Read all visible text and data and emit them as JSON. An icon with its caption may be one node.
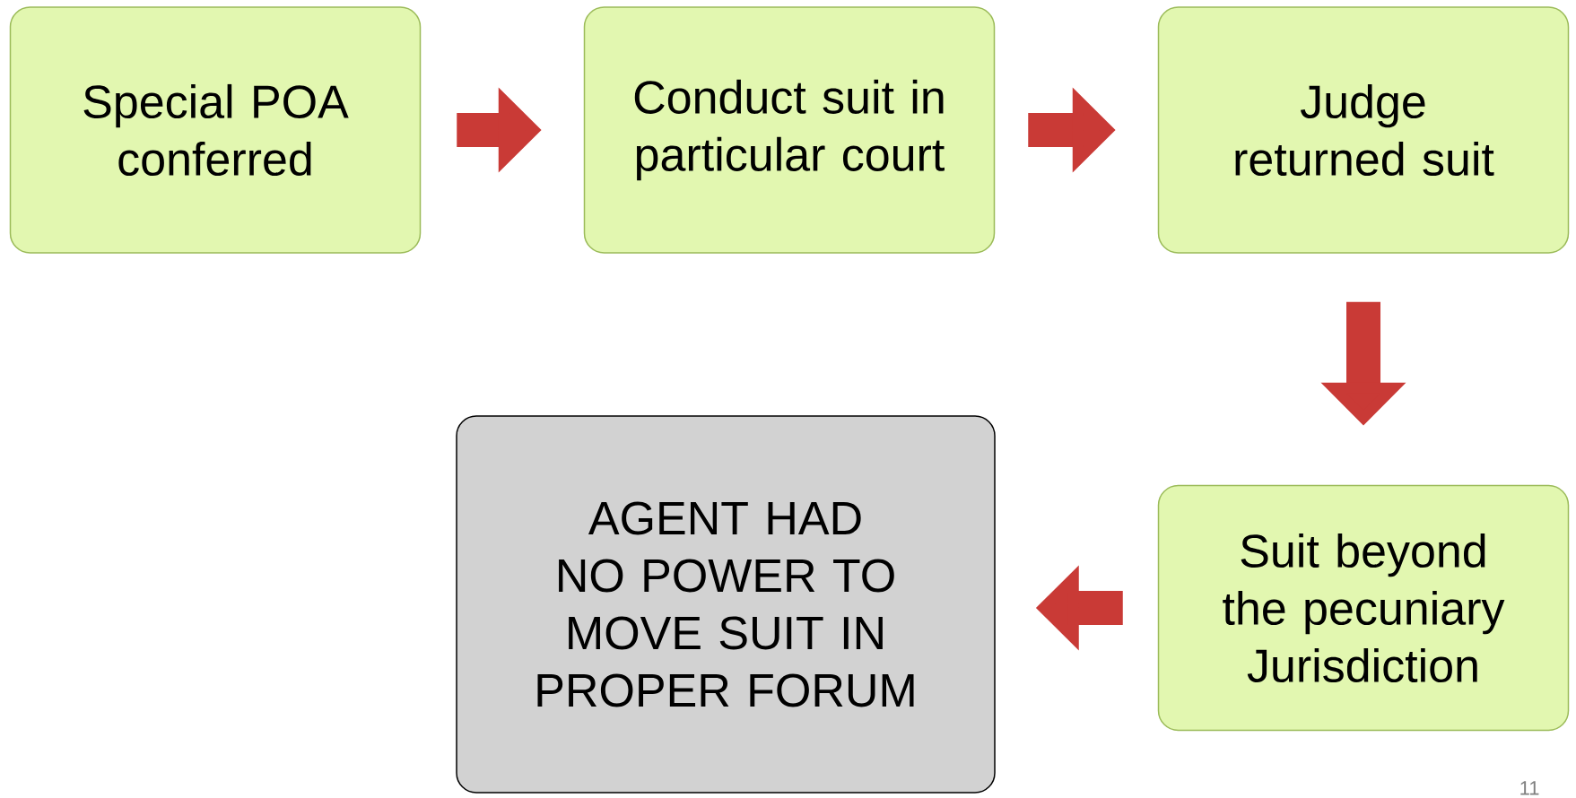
{
  "diagram": {
    "nodes": [
      {
        "text": [
          "Special POA conferred"
        ]
      },
      {
        "text": [
          "Conduct suit in particular court"
        ]
      },
      {
        "text": [
          "Judge returned suit"
        ]
      },
      {
        "text": [
          "Suit beyond the pecuniary Jurisdiction"
        ]
      },
      {
        "text": [
          "AGENT HAD NO POWER TO MOVE SUIT IN PROPER FORUM"
        ]
      }
    ],
    "edges": [
      {
        "from": 0,
        "to": 1,
        "arrow": "to"
      },
      {
        "from": 1,
        "to": 2,
        "arrow": "to"
      },
      {
        "from": 2,
        "to": 3,
        "arrow": "to"
      },
      {
        "from": 3,
        "to": 4,
        "arrow": "to"
      }
    ],
    "labels": [
      "11"
    ]
  }
}
